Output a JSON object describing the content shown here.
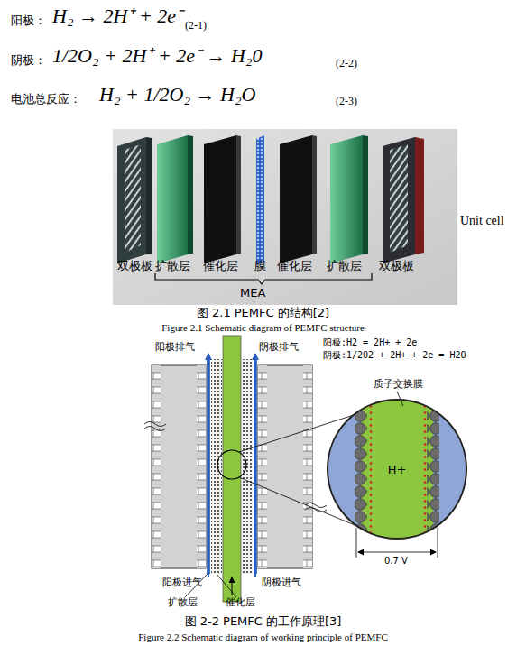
{
  "diagram": {
    "nodes": [
      {
        "text": [
          "H+"
        ]
      }
    ],
    "labels": [
      "阳极：",
      "H₂ → 2H⁺ + 2e⁻",
      "(2-1)",
      "阴极：",
      "1/2O₂ + 2H⁺ + 2e⁻ → H₂0",
      "(2-2)",
      "电池总反应：",
      "H₂ + 1/2O₂ → H₂O",
      "(2-3)",
      "Unit cell",
      "双极板",
      "扩散层",
      "催化层",
      "膜",
      "催化层",
      "扩散层",
      "双极板",
      "MEA",
      "图 2.1 PEMFC 的结构[2]",
      "Figure 2.1 Schematic diagram of PEMFC structure",
      "阳极排气",
      "阴极排气",
      "阳极:H2 = 2H+ + 2e",
      "阴极:1/2O2 + 2H+ + 2e = H2O",
      "质子交换膜",
      "0.7 V",
      "阳极进气",
      "阴极进气",
      "扩散层",
      "催化层",
      "图 2-2 PEMFC 的工作原理[3]",
      "Figure 2.2 Schematic diagram of working principle of PEMFC"
    ]
  }
}
